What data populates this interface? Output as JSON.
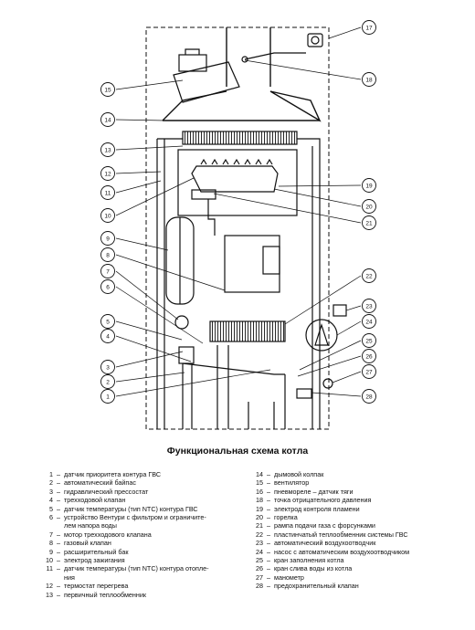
{
  "title": "Функциональная схема котла",
  "callouts": [
    "1",
    "2",
    "3",
    "4",
    "5",
    "6",
    "7",
    "8",
    "9",
    "10",
    "11",
    "12",
    "13",
    "14",
    "15",
    "16",
    "17",
    "18",
    "19",
    "20",
    "21",
    "22",
    "23",
    "24",
    "25",
    "26",
    "27",
    "28"
  ],
  "legend_left": [
    {
      "num": "1",
      "text": "датчик приоритета контура ГВС"
    },
    {
      "num": "2",
      "text": "автоматический байпас"
    },
    {
      "num": "3",
      "text": "гидравлический прессостат"
    },
    {
      "num": "4",
      "text": "трехходовой клапан"
    },
    {
      "num": "5",
      "text": "датчик температуры (тип NTC) контура ГВС"
    },
    {
      "num": "6",
      "text": "устройство Вентури с фильтром и ограничите-"
    },
    {
      "num": "",
      "text": "лем напора воды"
    },
    {
      "num": "7",
      "text": "мотор трехходового клапана"
    },
    {
      "num": "8",
      "text": "газовый клапан"
    },
    {
      "num": "9",
      "text": "расширительный бак"
    },
    {
      "num": "10",
      "text": "электрод зажигания"
    },
    {
      "num": "11",
      "text": "датчик температуры (тип NTC) контура отопле-"
    },
    {
      "num": "",
      "text": "ния"
    },
    {
      "num": "12",
      "text": "термостат перегрева"
    },
    {
      "num": "13",
      "text": "первичный теплообменник"
    }
  ],
  "legend_right": [
    {
      "num": "14",
      "text": "дымовой колпак"
    },
    {
      "num": "15",
      "text": "вентилятор"
    },
    {
      "num": "16",
      "text": "пневмореле – датчик тяги"
    },
    {
      "num": "18",
      "text": "точка отрицательного давления"
    },
    {
      "num": "19",
      "text": "электрод контроля пламени"
    },
    {
      "num": "20",
      "text": "горелка"
    },
    {
      "num": "21",
      "text": "рампа подачи газа с форсунками"
    },
    {
      "num": "22",
      "text": "пластинчатый теплообменник системы ГВС"
    },
    {
      "num": "23",
      "text": "автоматический воздухоотводчик"
    },
    {
      "num": "24",
      "text": "насос с автоматическим воздухоотводчиком"
    },
    {
      "num": "25",
      "text": "кран заполнения котла"
    },
    {
      "num": "26",
      "text": "кран слива воды из котла"
    },
    {
      "num": "27",
      "text": "манометр"
    },
    {
      "num": "28",
      "text": "предохранительный клапан"
    }
  ]
}
